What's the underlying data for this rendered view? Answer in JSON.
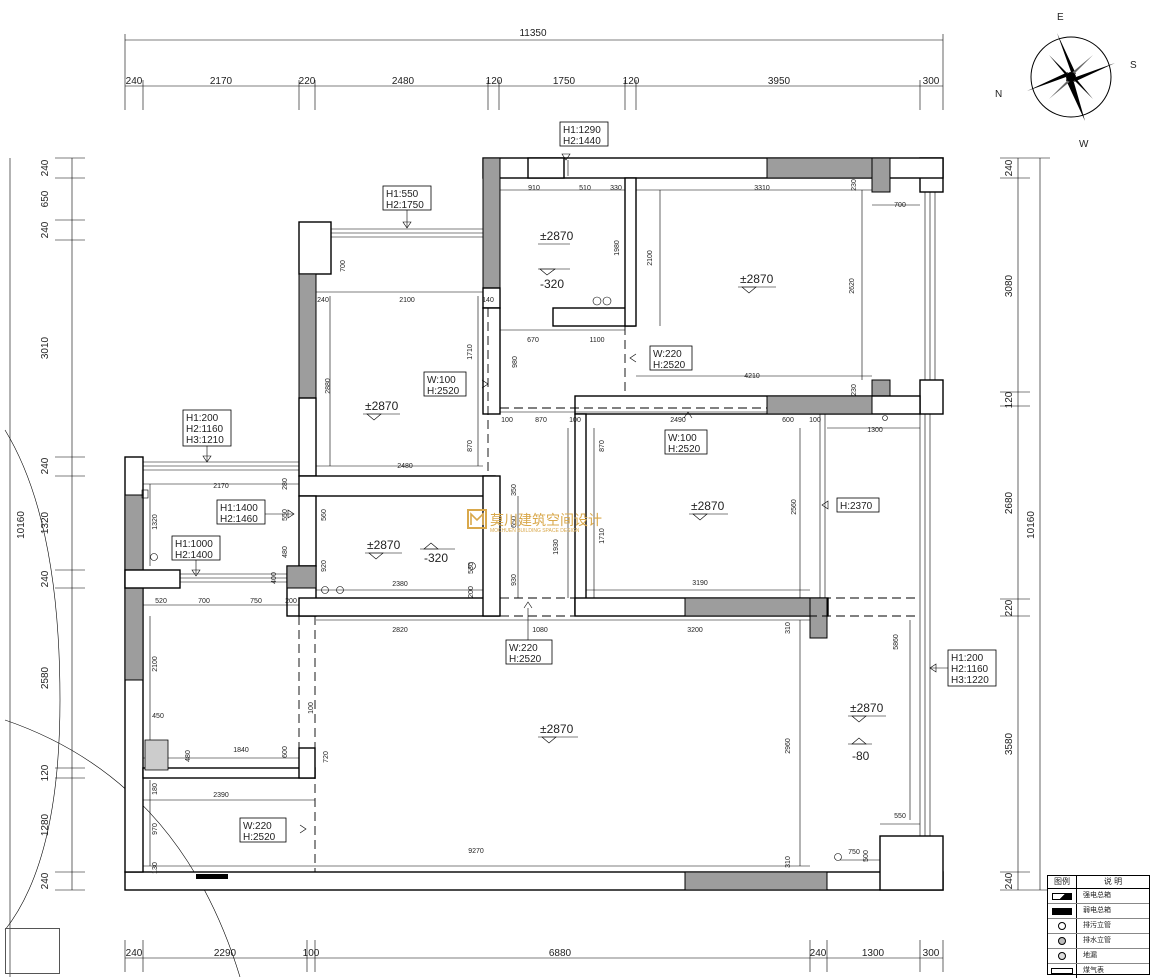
{
  "dims": {
    "total_width": "11350",
    "top": [
      "240",
      "2170",
      "220",
      "2480",
      "120",
      "1750",
      "120",
      "3950",
      "300"
    ],
    "bottom": [
      "240",
      "2290",
      "100",
      "6880",
      "240",
      "1300",
      "300"
    ],
    "left": [
      "240",
      "650",
      "240",
      "3010",
      "240",
      "1320",
      "240",
      "2580",
      "120",
      "1280",
      "240"
    ],
    "left_total": "10160",
    "right": [
      "240",
      "3080",
      "120",
      "2680",
      "220",
      "3580",
      "240"
    ],
    "right_total": "10160"
  },
  "inner_dims": [
    "910",
    "510",
    "330",
    "3310",
    "230",
    "700",
    "1980",
    "2100",
    "2620",
    "670",
    "1100",
    "230",
    "4210",
    "100",
    "870",
    "100",
    "2490",
    "600",
    "100",
    "1300",
    "240",
    "2100",
    "140",
    "700",
    "1710",
    "980",
    "2880",
    "870",
    "2480",
    "870",
    "2560",
    "1710",
    "3190",
    "1930",
    "930",
    "350",
    "650",
    "560",
    "920",
    "2380",
    "530",
    "200",
    "2170",
    "280",
    "1320",
    "550",
    "480",
    "520",
    "700",
    "750",
    "200",
    "400",
    "1080",
    "2820",
    "3200",
    "310",
    "2100",
    "100",
    "450",
    "480",
    "1840",
    "600",
    "720",
    "2960",
    "5860",
    "180",
    "2390",
    "970",
    "9270",
    "310",
    "130",
    "550",
    "750",
    "500"
  ],
  "levels": {
    "l1": "±2870",
    "l1b": "-320",
    "l2": "±2870",
    "l3": "±2870",
    "l4": "±2870",
    "l5": "±2870",
    "l5b": "-320",
    "l6": "±2870",
    "l7": "±2870",
    "l8": "±2870",
    "l8b": "-80"
  },
  "tags": {
    "t1": [
      "H1:1290",
      "H2:1440"
    ],
    "t2": [
      "H1:550",
      "H2:1750"
    ],
    "t3": [
      "W:100",
      "H:2520"
    ],
    "t4": [
      "W:220",
      "H:2520"
    ],
    "t5": [
      "W:100",
      "H:2520"
    ],
    "t6": [
      "H1:200",
      "H2:1160",
      "H3:1210"
    ],
    "t7": [
      "H1:1400",
      "H2:1460"
    ],
    "t8": [
      "H1:1000",
      "H2:1400"
    ],
    "t9": [
      "H:2370"
    ],
    "t10": [
      "W:220",
      "H:2520"
    ],
    "t11": [
      "H1:200",
      "H2:1160",
      "H3:1220"
    ],
    "t12": [
      "W:220",
      "H:2520"
    ]
  },
  "watermark": {
    "main": "莫川建筑空间设计",
    "sub": "MOCHUEN BUILDING SPACE DESIGN"
  },
  "compass": {
    "E": "E",
    "S": "S",
    "N": "N",
    "W": "W"
  },
  "legend": {
    "col1": "图例",
    "col2": "说 明",
    "rows": [
      "强电总箱",
      "弱电总箱",
      "排污立管",
      "排水立管",
      "地漏",
      "煤气表"
    ]
  }
}
